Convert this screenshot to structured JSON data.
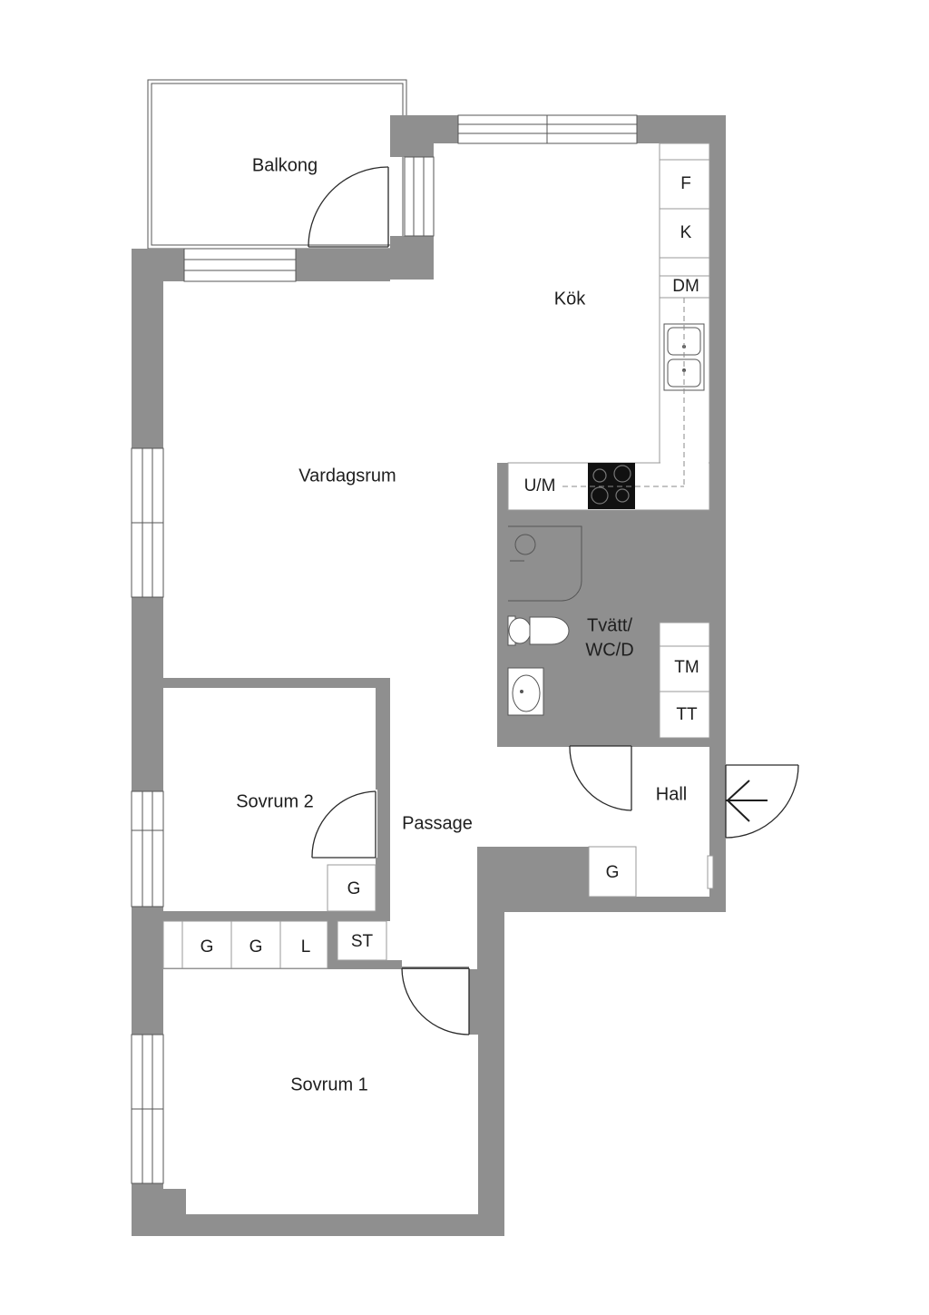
{
  "rooms": {
    "balcony": "Balkong",
    "kitchen": "Kök",
    "living_room": "Vardagsrum",
    "laundry_line1": "Tvätt/",
    "laundry_line2": "WC/D",
    "hall": "Hall",
    "passage": "Passage",
    "bedroom2": "Sovrum 2",
    "bedroom1": "Sovrum 1"
  },
  "fixtures": {
    "fridge": "F",
    "freezer": "K",
    "dishwasher": "DM",
    "microwave_oven": "U/M",
    "washing_machine": "TM",
    "tumble_dryer": "TT",
    "wardrobe_hall": "G",
    "wardrobe_passage": "G",
    "wardrobe_1": "G",
    "wardrobe_2": "G",
    "linen": "L",
    "storage": "ST"
  },
  "icons": {
    "entrance": "entrance-arrow-icon",
    "stove": "stove-icon",
    "sink": "kitchen-sink-icon",
    "toilet": "toilet-icon",
    "basin": "washbasin-icon",
    "shower": "shower-icon"
  },
  "colors": {
    "wall": "#8f8f8f",
    "line": "#2a2a2a"
  }
}
